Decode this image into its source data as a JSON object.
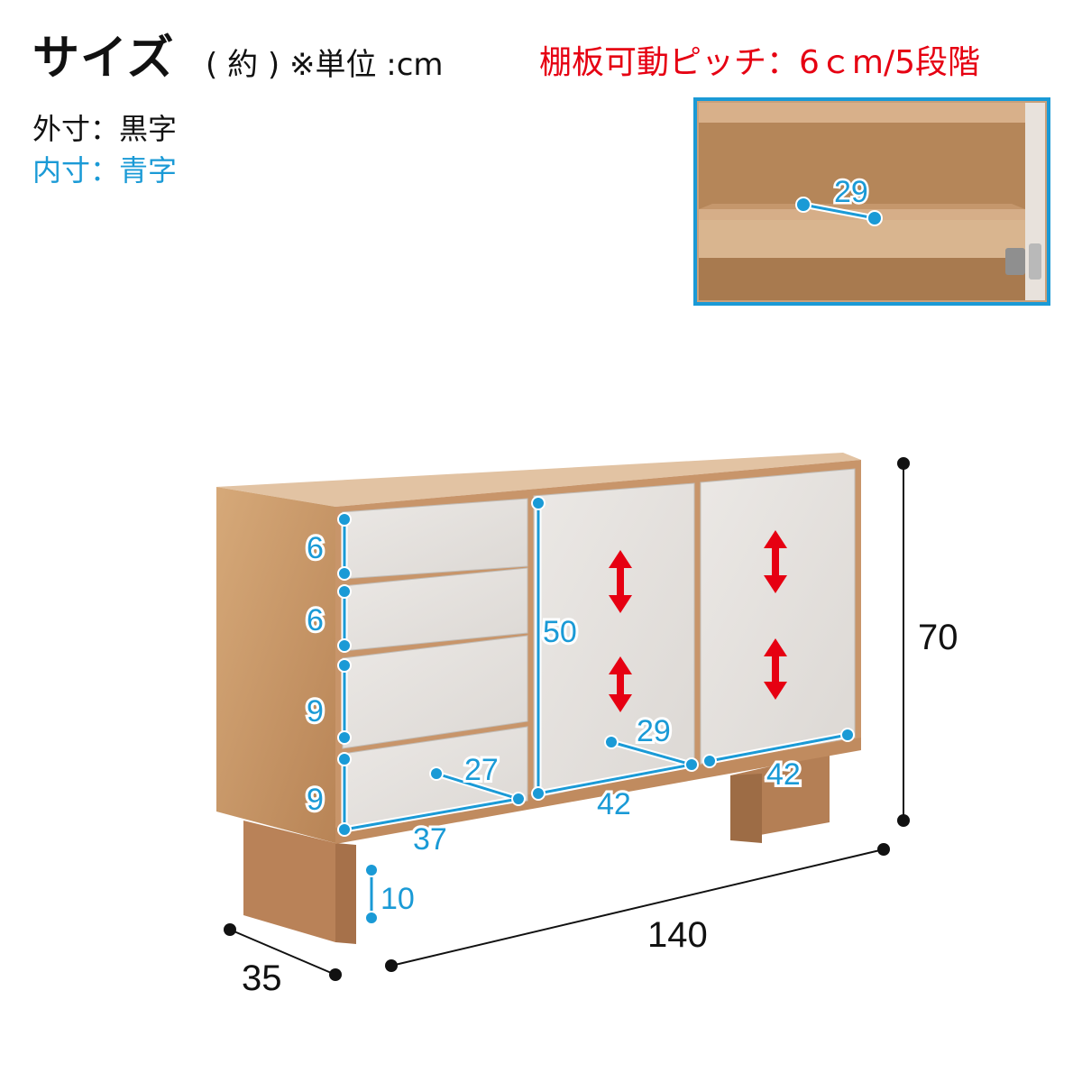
{
  "header": {
    "title": "サイズ",
    "title_note": "( 約 ) ※単位 :cm",
    "shelf_pitch": "棚板可動ピッチ：6ｃm/5段階",
    "outer_legend": "外寸：黒字",
    "inner_legend": "内寸：青字"
  },
  "inset": {
    "shelf_depth_label": "29"
  },
  "outer_dims": {
    "width": "140",
    "depth": "35",
    "height": "70"
  },
  "inner_dims": {
    "drawer1_height": "6",
    "drawer2_height": "6",
    "drawer3_height": "9",
    "drawer4_height": "9",
    "drawer_width": "37",
    "drawer_depth": "27",
    "cabinet_height": "50",
    "cabinet1_width": "42",
    "cabinet2_width": "42",
    "cabinet_depth": "29",
    "leg_clearance": "10"
  },
  "colors": {
    "wood": "#c99a6c",
    "panel": "#e4e1de",
    "inner_dim": "#1a9ad6",
    "outer_dim": "#111111",
    "accent_red": "#e60012"
  },
  "icons": [
    "double-arrow-vertical-icon"
  ]
}
